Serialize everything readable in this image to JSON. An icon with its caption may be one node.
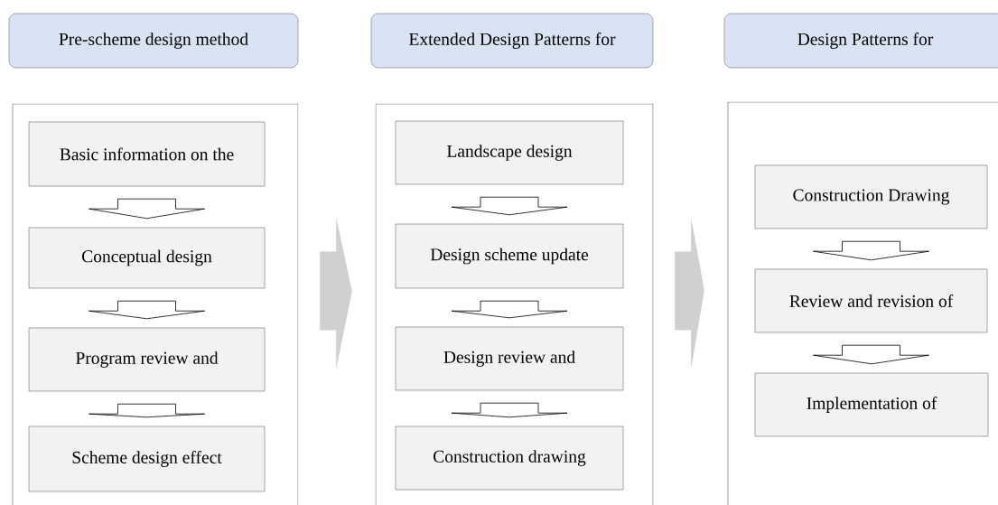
{
  "diagram": {
    "nodes": [
      {
        "text": [
          "Pre-scheme design method"
        ]
      },
      {
        "text": [
          "Extended Design Patterns for"
        ]
      },
      {
        "text": [
          "Design Patterns for"
        ]
      },
      {
        "text": [],
        "shape": "box"
      },
      {
        "text": [
          "Basic information on the"
        ],
        "in": 3
      },
      {
        "text": [
          "Conceptual design"
        ],
        "in": 3
      },
      {
        "text": [
          "Program review and"
        ],
        "in": 3
      },
      {
        "text": [
          "Scheme design effect"
        ],
        "in": 3
      },
      {
        "text": [],
        "shape": "box"
      },
      {
        "text": [
          "Landscape design"
        ],
        "in": 8
      },
      {
        "text": [
          "Design scheme update"
        ],
        "in": 8
      },
      {
        "text": [
          "Design review and"
        ],
        "in": 8
      },
      {
        "text": [
          "Construction drawing"
        ],
        "in": 8
      },
      {
        "text": [],
        "shape": "box"
      },
      {
        "text": [
          "Construction Drawing"
        ],
        "in": 13
      },
      {
        "text": [
          "Review and revision of"
        ],
        "in": 13
      },
      {
        "text": [
          "Implementation of"
        ],
        "in": 13
      }
    ],
    "edges": [
      {
        "from": 4,
        "to": 5,
        "arrow": "to"
      },
      {
        "from": 5,
        "to": 6,
        "arrow": "to"
      },
      {
        "from": 6,
        "to": 7,
        "arrow": "to"
      },
      {
        "from": 9,
        "to": 10,
        "arrow": "to"
      },
      {
        "from": 10,
        "to": 11,
        "arrow": "to"
      },
      {
        "from": 11,
        "to": 12,
        "arrow": "to"
      },
      {
        "from": 14,
        "to": 15,
        "arrow": "to"
      },
      {
        "from": 15,
        "to": 16,
        "arrow": "to"
      },
      {
        "from": 3,
        "to": 8,
        "arrow": "to",
        "style": "thick",
        "color": "#d0d0d0"
      },
      {
        "from": 8,
        "to": 13,
        "arrow": "to",
        "style": "thick",
        "color": "#d0d0d0"
      }
    ]
  }
}
